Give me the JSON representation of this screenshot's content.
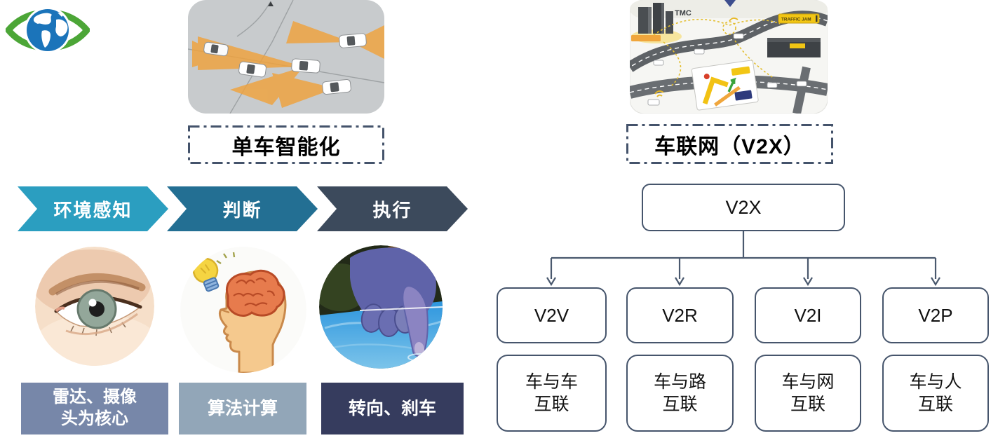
{
  "palette": {
    "dash_border": "#44536B",
    "tree_border": "#46556C",
    "connector": "#4A596E",
    "chevron_colors": [
      "#2B9EC0",
      "#236F93",
      "#3C4A5C"
    ],
    "caption_colors": [
      "#7787A9",
      "#92A6B8",
      "#363C5E"
    ],
    "logo_green": "#4CA637",
    "logo_blue": "#1B74BA",
    "sensor_cone_orange": "#F0A23C"
  },
  "logo": {
    "icon": "eye-globe"
  },
  "left": {
    "title": "单车智能化",
    "image": {
      "icon": "car-sensor-scene"
    },
    "flow": [
      {
        "label": "环境感知"
      },
      {
        "label": "判断"
      },
      {
        "label": "执行"
      }
    ],
    "illustrations": [
      {
        "icon": "human-eye-photo"
      },
      {
        "icon": "brain-lightbulb-drawing"
      },
      {
        "icon": "finger-touchscreen-photo"
      }
    ],
    "captions": [
      {
        "text": "雷达、摄像\n头为核心"
      },
      {
        "text": "算法计算"
      },
      {
        "text": "转向、刹车"
      }
    ]
  },
  "right": {
    "title": "车联网（V2X）",
    "image": {
      "icon": "v2x-traffic-scene"
    },
    "scene": {
      "tmc_label": "TMC",
      "jam_label": "TRAFFIC JAM"
    },
    "tree": {
      "root": "V2X",
      "children": [
        {
          "label": "V2V",
          "desc": "车与车\n互联"
        },
        {
          "label": "V2R",
          "desc": "车与路\n互联"
        },
        {
          "label": "V2I",
          "desc": "车与网\n互联"
        },
        {
          "label": "V2P",
          "desc": "车与人\n互联"
        }
      ]
    }
  }
}
